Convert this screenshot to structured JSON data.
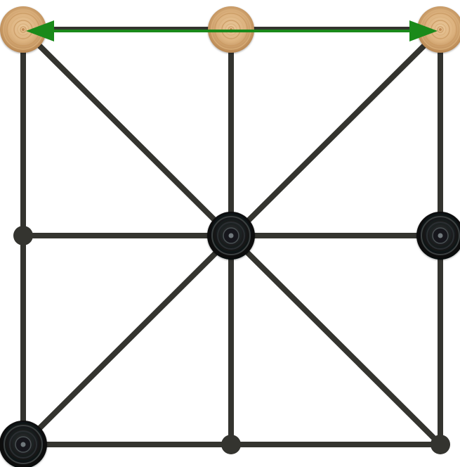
{
  "game": {
    "type": "three-mens-morris",
    "line_color": "#34342f",
    "arrow_color": "#1a8a1a"
  },
  "board": {
    "points": [
      {
        "id": "a3",
        "col": 0,
        "row": 0,
        "piece": "light"
      },
      {
        "id": "b3",
        "col": 1,
        "row": 0,
        "piece": "light"
      },
      {
        "id": "c3",
        "col": 2,
        "row": 0,
        "piece": "light"
      },
      {
        "id": "a2",
        "col": 0,
        "row": 1,
        "piece": null
      },
      {
        "id": "b2",
        "col": 1,
        "row": 1,
        "piece": "dark"
      },
      {
        "id": "c2",
        "col": 2,
        "row": 1,
        "piece": "dark"
      },
      {
        "id": "a1",
        "col": 0,
        "row": 2,
        "piece": "dark"
      },
      {
        "id": "b1",
        "col": 1,
        "row": 2,
        "piece": null
      },
      {
        "id": "c1",
        "col": 2,
        "row": 2,
        "piece": null
      }
    ],
    "lines": [
      [
        "a3",
        "c3"
      ],
      [
        "a2",
        "c2"
      ],
      [
        "a1",
        "c1"
      ],
      [
        "a3",
        "a1"
      ],
      [
        "b3",
        "b1"
      ],
      [
        "c3",
        "c1"
      ],
      [
        "a3",
        "c1"
      ],
      [
        "c3",
        "a1"
      ]
    ]
  },
  "highlight": {
    "kind": "double-arrow",
    "from": "a3",
    "to": "c3"
  }
}
